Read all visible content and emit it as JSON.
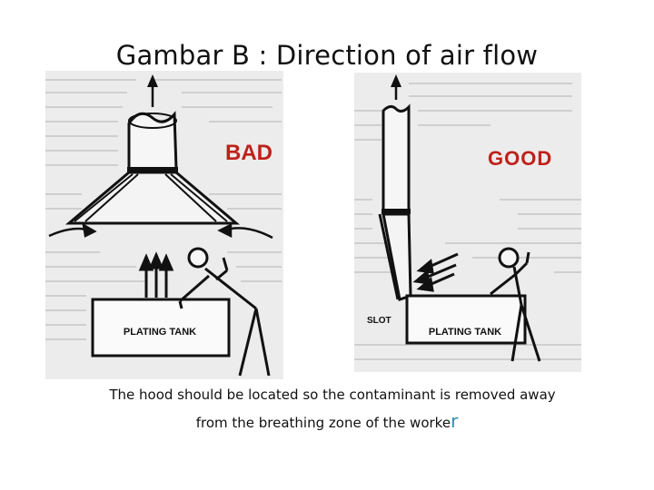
{
  "title": "Gambar B : Direction of air flow",
  "labels": {
    "bad": "BAD",
    "good": "GOOD",
    "bad_tank": "PLATING TANK",
    "good_tank": "PLATING TANK",
    "slot": "SLOT"
  },
  "caption": {
    "line1": "The hood should be located so the contaminant is removed away",
    "line2_main": "from the breathing zone of the worke",
    "line2_last": "r"
  },
  "colors": {
    "label_red": "#c0201a",
    "accent_letter": "#2a8fb3",
    "panel_bg": "#ececec"
  }
}
